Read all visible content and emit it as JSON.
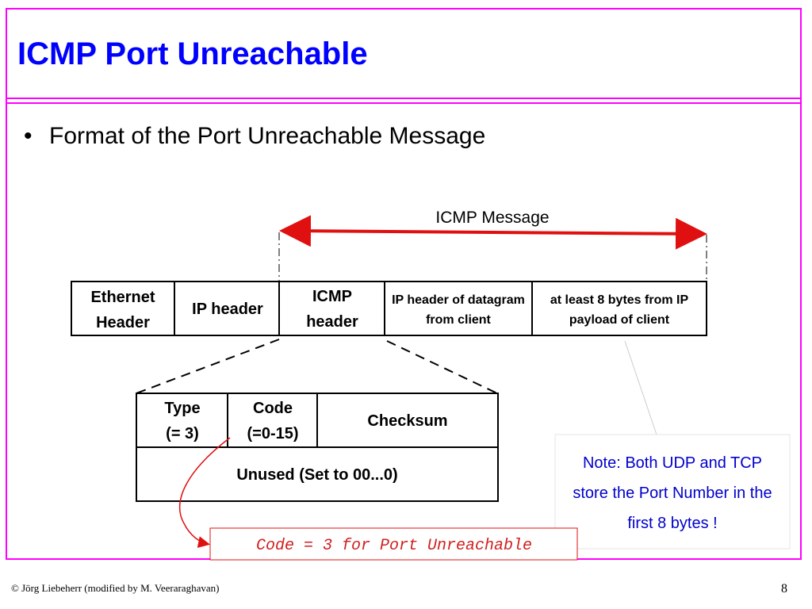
{
  "slide": {
    "title": "ICMP Port Unreachable",
    "bullet": "Format of the Port Unreachable Message",
    "footer_left": "© Jörg Liebeherr (modified by M. Veeraraghavan)",
    "page_number": "8"
  },
  "diagram": {
    "span_label": "ICMP Message",
    "packet_cells": [
      {
        "line1": "Ethernet",
        "line2": "Header"
      },
      {
        "line1": "IP header",
        "line2": ""
      },
      {
        "line1": "ICMP",
        "line2": "header"
      },
      {
        "line1": "IP header of datagram",
        "line2": "from client"
      },
      {
        "line1": "at least 8 bytes from IP",
        "line2": "payload of client"
      }
    ],
    "icmp_fields": {
      "type": {
        "line1": "Type",
        "line2": "(= 3)"
      },
      "code": {
        "line1": "Code",
        "line2": "(=0-15)"
      },
      "checksum": "Checksum",
      "unused": "Unused (Set to 00...0)"
    },
    "note": {
      "line1": "Note: Both UDP and TCP",
      "line2": "store the  Port Number in the",
      "line3": "first 8 bytes !"
    },
    "code_note": "Code = 3 for Port Unreachable"
  },
  "colors": {
    "frame": "#ff00ff",
    "title": "#0000ff",
    "arrow": "#e01010",
    "note_text": "#0000cc",
    "code_note": "#d02020"
  }
}
